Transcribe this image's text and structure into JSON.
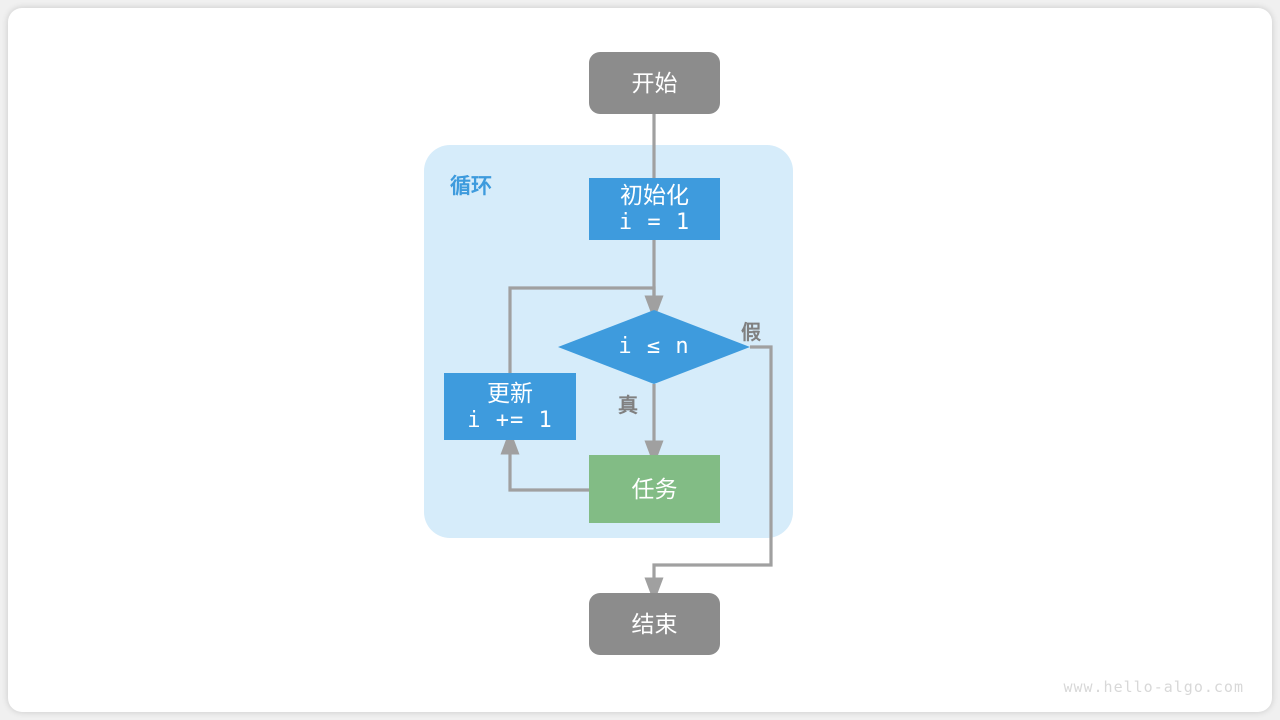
{
  "diagram": {
    "title_watermark": "www.hello-algo.com",
    "loop_container_label": "循环",
    "colors": {
      "page_background": "#f0f0f0",
      "card_background": "#ffffff",
      "terminator_gray": "#8c8c8c",
      "process_blue": "#3E9BDD",
      "decision_blue": "#3E9BDD",
      "task_green": "#82BC85",
      "loop_container_blue": "#D6ECFA",
      "edge_gray": "#a0a0a0",
      "label_gray": "#808080",
      "loop_label_blue": "#3E9BDD",
      "node_text": "#ffffff",
      "watermark_gray": "#d8d8d8"
    },
    "nodes": {
      "start": {
        "label": "开始",
        "shape": "rounded-rect",
        "kind": "terminator"
      },
      "init": {
        "label_line1": "初始化",
        "label_line2": "i = 1",
        "shape": "rect",
        "kind": "process"
      },
      "decision": {
        "label": "i ≤ n",
        "shape": "diamond",
        "kind": "decision"
      },
      "update": {
        "label_line1": "更新",
        "label_line2": "i += 1",
        "shape": "rect",
        "kind": "process"
      },
      "task": {
        "label": "任务",
        "shape": "rect",
        "kind": "task"
      },
      "end": {
        "label": "结束",
        "shape": "rounded-rect",
        "kind": "terminator"
      }
    },
    "edge_labels": {
      "true_branch": "真",
      "false_branch": "假"
    }
  }
}
